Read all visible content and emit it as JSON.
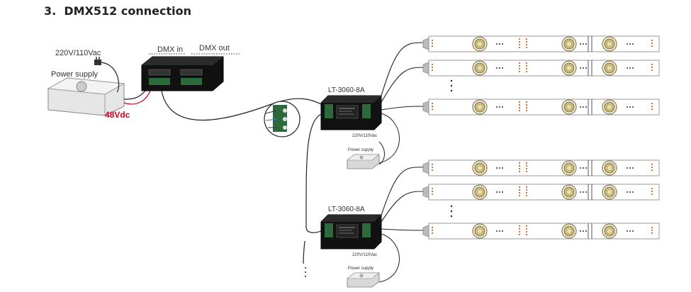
{
  "heading": {
    "number": "3.",
    "title": "DMX512 connection"
  },
  "left": {
    "mains_label": "220V/110Vac",
    "supply_label": "Power supply",
    "voltage_label": "48Vdc",
    "dmx_in_label": "DMX in",
    "dmx_out_label": "DMX out"
  },
  "controllers": [
    {
      "model": "LT-3060-8A",
      "mains_label": "220V/110Vac",
      "supply_label": "Power supply"
    },
    {
      "model": "LT-3060-8A",
      "mains_label": "220V/110Vac",
      "supply_label": "Power supply"
    }
  ],
  "strip_ellipsis": "···",
  "colors": {
    "heading": "#222222",
    "voltage": "#d0021b",
    "wire": "#222222",
    "strip_border": "#999999",
    "led": "#c8b977"
  }
}
